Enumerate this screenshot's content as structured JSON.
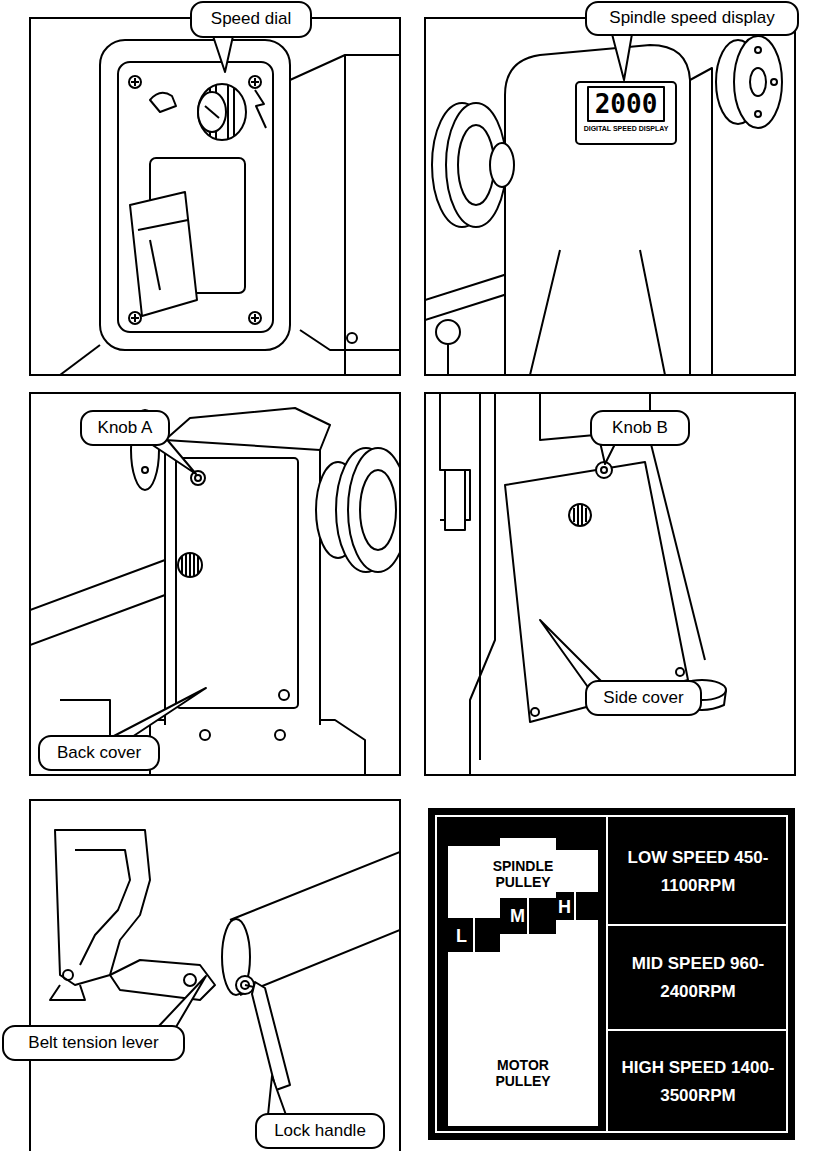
{
  "diagram": {
    "nodes": [
      {
        "text": [
          "Speed dial"
        ]
      },
      {
        "text": [
          "Spindle speed display"
        ]
      },
      {
        "text": [
          "Knob A"
        ]
      },
      {
        "text": [
          "Knob B"
        ]
      },
      {
        "text": [
          "Back cover"
        ]
      },
      {
        "text": [
          "Side cover"
        ]
      },
      {
        "text": [
          "Belt tension lever"
        ]
      },
      {
        "text": [
          "Lock handle"
        ]
      },
      {
        "text": [
          "SPINDLE PULLEY"
        ]
      },
      {
        "text": [
          "MOTOR PULLEY"
        ]
      }
    ],
    "labels": [
      "2000",
      "DIGITAL SPEED DISPLAY",
      "L",
      "M",
      "H",
      "LOW SPEED 450-1100RPM",
      "MID SPEED 960-2400RPM",
      "HIGH SPEED 1400-3500RPM"
    ]
  }
}
